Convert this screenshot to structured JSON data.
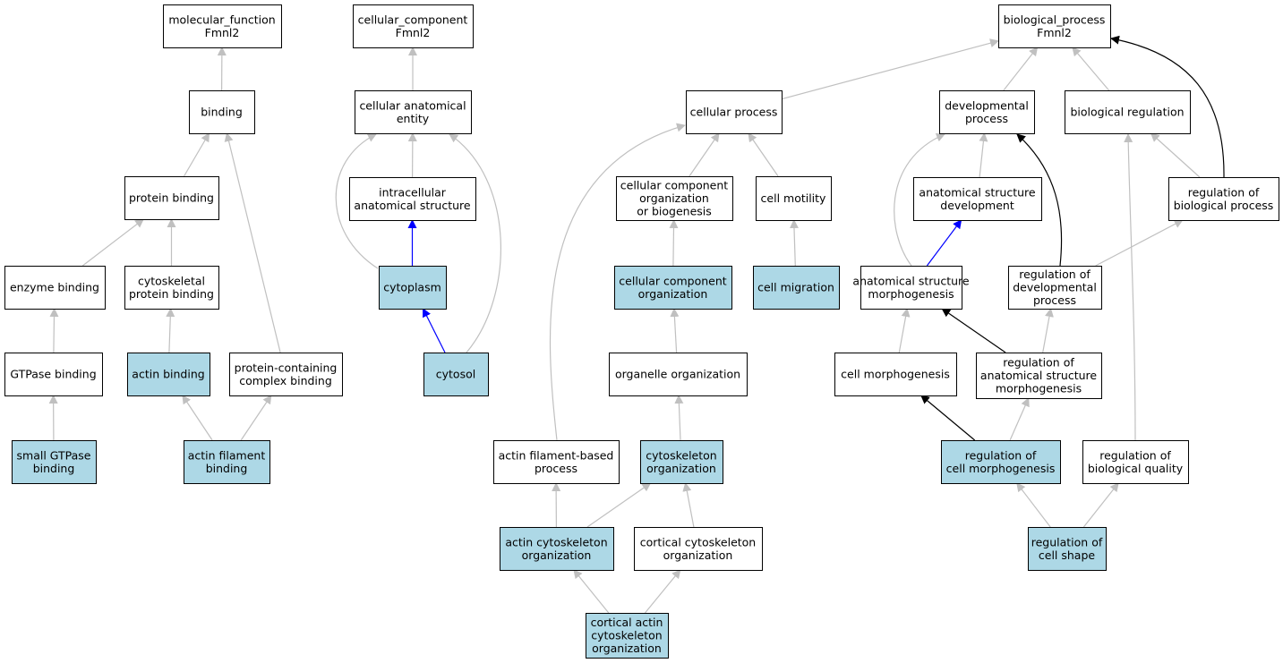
{
  "colors": {
    "highlight_fill": "#add8e6",
    "plain_fill": "#ffffff",
    "is_a_edge": "#c0c0c0",
    "part_of_edge": "#0000ff",
    "regulates_edge": "#000000"
  },
  "nodes": [
    {
      "id": "molecular_function",
      "lines": [
        "molecular_function",
        "Fmnl2"
      ],
      "highlight": false
    },
    {
      "id": "binding",
      "lines": [
        "binding"
      ],
      "highlight": false
    },
    {
      "id": "protein_binding",
      "lines": [
        "protein binding"
      ],
      "highlight": false
    },
    {
      "id": "enzyme_binding",
      "lines": [
        "enzyme binding"
      ],
      "highlight": false
    },
    {
      "id": "cytoskeletal_protein_binding",
      "lines": [
        "cytoskeletal",
        "protein binding"
      ],
      "highlight": false
    },
    {
      "id": "gtpase_binding",
      "lines": [
        "GTPase binding"
      ],
      "highlight": false
    },
    {
      "id": "actin_binding",
      "lines": [
        "actin binding"
      ],
      "highlight": true
    },
    {
      "id": "protein_containing_complex_binding",
      "lines": [
        "protein-containing",
        "complex binding"
      ],
      "highlight": false
    },
    {
      "id": "small_gtpase_binding",
      "lines": [
        "small GTPase",
        "binding"
      ],
      "highlight": true
    },
    {
      "id": "actin_filament_binding",
      "lines": [
        "actin filament",
        "binding"
      ],
      "highlight": true
    },
    {
      "id": "cellular_component",
      "lines": [
        "cellular_component",
        "Fmnl2"
      ],
      "highlight": false
    },
    {
      "id": "cellular_anatomical_entity",
      "lines": [
        "cellular anatomical",
        "entity"
      ],
      "highlight": false
    },
    {
      "id": "intracellular_anatomical_structure",
      "lines": [
        "intracellular",
        "anatomical structure"
      ],
      "highlight": false
    },
    {
      "id": "cytoplasm",
      "lines": [
        "cytoplasm"
      ],
      "highlight": true
    },
    {
      "id": "cytosol",
      "lines": [
        "cytosol"
      ],
      "highlight": true
    },
    {
      "id": "biological_process",
      "lines": [
        "biological_process",
        "Fmnl2"
      ],
      "highlight": false
    },
    {
      "id": "cellular_process",
      "lines": [
        "cellular process"
      ],
      "highlight": false
    },
    {
      "id": "developmental_process",
      "lines": [
        "developmental",
        "process"
      ],
      "highlight": false
    },
    {
      "id": "biological_regulation",
      "lines": [
        "biological regulation"
      ],
      "highlight": false
    },
    {
      "id": "cellular_component_organization_or_biogenesis",
      "lines": [
        "cellular component",
        "organization",
        "or biogenesis"
      ],
      "highlight": false
    },
    {
      "id": "cell_motility",
      "lines": [
        "cell motility"
      ],
      "highlight": false
    },
    {
      "id": "anatomical_structure_development",
      "lines": [
        "anatomical structure",
        "development"
      ],
      "highlight": false
    },
    {
      "id": "regulation_of_biological_process",
      "lines": [
        "regulation of",
        "biological process"
      ],
      "highlight": false
    },
    {
      "id": "cellular_component_organization",
      "lines": [
        "cellular component",
        "organization"
      ],
      "highlight": true
    },
    {
      "id": "cell_migration",
      "lines": [
        "cell migration"
      ],
      "highlight": true
    },
    {
      "id": "anatomical_structure_morphogenesis",
      "lines": [
        "anatomical structure",
        "morphogenesis"
      ],
      "highlight": false
    },
    {
      "id": "regulation_of_developmental_process",
      "lines": [
        "regulation of",
        "developmental",
        "process"
      ],
      "highlight": false
    },
    {
      "id": "organelle_organization",
      "lines": [
        "organelle organization"
      ],
      "highlight": false
    },
    {
      "id": "cell_morphogenesis",
      "lines": [
        "cell morphogenesis"
      ],
      "highlight": false
    },
    {
      "id": "regulation_of_anatomical_structure_morphogenesis",
      "lines": [
        "regulation of",
        "anatomical structure",
        "morphogenesis"
      ],
      "highlight": false
    },
    {
      "id": "actin_filament_based_process",
      "lines": [
        "actin filament-based",
        "process"
      ],
      "highlight": false
    },
    {
      "id": "cytoskeleton_organization",
      "lines": [
        "cytoskeleton",
        "organization"
      ],
      "highlight": true
    },
    {
      "id": "regulation_of_cell_morphogenesis",
      "lines": [
        "regulation of",
        "cell morphogenesis"
      ],
      "highlight": true
    },
    {
      "id": "regulation_of_biological_quality",
      "lines": [
        "regulation of",
        "biological quality"
      ],
      "highlight": false
    },
    {
      "id": "actin_cytoskeleton_organization",
      "lines": [
        "actin cytoskeleton",
        "organization"
      ],
      "highlight": true
    },
    {
      "id": "cortical_cytoskeleton_organization",
      "lines": [
        "cortical cytoskeleton",
        "organization"
      ],
      "highlight": false
    },
    {
      "id": "regulation_of_cell_shape",
      "lines": [
        "regulation of",
        "cell shape"
      ],
      "highlight": true
    },
    {
      "id": "cortical_actin_cytoskeleton_organization",
      "lines": [
        "cortical actin",
        "cytoskeleton",
        "organization"
      ],
      "highlight": true
    }
  ],
  "edges": [
    {
      "from": "binding",
      "to": "molecular_function",
      "type": "is_a"
    },
    {
      "from": "protein_binding",
      "to": "binding",
      "type": "is_a"
    },
    {
      "from": "enzyme_binding",
      "to": "protein_binding",
      "type": "is_a"
    },
    {
      "from": "cytoskeletal_protein_binding",
      "to": "protein_binding",
      "type": "is_a"
    },
    {
      "from": "gtpase_binding",
      "to": "enzyme_binding",
      "type": "is_a"
    },
    {
      "from": "actin_binding",
      "to": "cytoskeletal_protein_binding",
      "type": "is_a"
    },
    {
      "from": "protein_containing_complex_binding",
      "to": "binding",
      "type": "is_a"
    },
    {
      "from": "small_gtpase_binding",
      "to": "gtpase_binding",
      "type": "is_a"
    },
    {
      "from": "actin_filament_binding",
      "to": "actin_binding",
      "type": "is_a"
    },
    {
      "from": "actin_filament_binding",
      "to": "protein_containing_complex_binding",
      "type": "is_a"
    },
    {
      "from": "cellular_anatomical_entity",
      "to": "cellular_component",
      "type": "is_a"
    },
    {
      "from": "intracellular_anatomical_structure",
      "to": "cellular_anatomical_entity",
      "type": "is_a"
    },
    {
      "from": "cytoplasm",
      "to": "cellular_anatomical_entity",
      "type": "is_a"
    },
    {
      "from": "cytoplasm",
      "to": "intracellular_anatomical_structure",
      "type": "part_of"
    },
    {
      "from": "cytosol",
      "to": "cytoplasm",
      "type": "part_of"
    },
    {
      "from": "cytosol",
      "to": "cellular_anatomical_entity",
      "type": "is_a"
    },
    {
      "from": "cellular_process",
      "to": "biological_process",
      "type": "is_a"
    },
    {
      "from": "developmental_process",
      "to": "biological_process",
      "type": "is_a"
    },
    {
      "from": "biological_regulation",
      "to": "biological_process",
      "type": "is_a"
    },
    {
      "from": "regulation_of_biological_process",
      "to": "biological_process",
      "type": "regulates"
    },
    {
      "from": "regulation_of_biological_process",
      "to": "biological_regulation",
      "type": "is_a"
    },
    {
      "from": "cellular_component_organization_or_biogenesis",
      "to": "cellular_process",
      "type": "is_a"
    },
    {
      "from": "cell_motility",
      "to": "cellular_process",
      "type": "is_a"
    },
    {
      "from": "actin_filament_based_process",
      "to": "cellular_process",
      "type": "is_a"
    },
    {
      "from": "anatomical_structure_development",
      "to": "developmental_process",
      "type": "is_a"
    },
    {
      "from": "anatomical_structure_morphogenesis",
      "to": "developmental_process",
      "type": "is_a"
    },
    {
      "from": "regulation_of_developmental_process",
      "to": "developmental_process",
      "type": "regulates"
    },
    {
      "from": "regulation_of_developmental_process",
      "to": "regulation_of_biological_process",
      "type": "is_a"
    },
    {
      "from": "cellular_component_organization",
      "to": "cellular_component_organization_or_biogenesis",
      "type": "is_a"
    },
    {
      "from": "cell_migration",
      "to": "cell_motility",
      "type": "is_a"
    },
    {
      "from": "anatomical_structure_morphogenesis",
      "to": "anatomical_structure_development",
      "type": "part_of"
    },
    {
      "from": "organelle_organization",
      "to": "cellular_component_organization",
      "type": "is_a"
    },
    {
      "from": "cell_morphogenesis",
      "to": "anatomical_structure_morphogenesis",
      "type": "is_a"
    },
    {
      "from": "regulation_of_anatomical_structure_morphogenesis",
      "to": "anatomical_structure_morphogenesis",
      "type": "regulates"
    },
    {
      "from": "regulation_of_anatomical_structure_morphogenesis",
      "to": "regulation_of_developmental_process",
      "type": "is_a"
    },
    {
      "from": "cytoskeleton_organization",
      "to": "organelle_organization",
      "type": "is_a"
    },
    {
      "from": "regulation_of_cell_morphogenesis",
      "to": "cell_morphogenesis",
      "type": "regulates"
    },
    {
      "from": "regulation_of_cell_morphogenesis",
      "to": "regulation_of_anatomical_structure_morphogenesis",
      "type": "is_a"
    },
    {
      "from": "regulation_of_biological_quality",
      "to": "biological_regulation",
      "type": "is_a"
    },
    {
      "from": "actin_cytoskeleton_organization",
      "to": "actin_filament_based_process",
      "type": "is_a"
    },
    {
      "from": "actin_cytoskeleton_organization",
      "to": "cytoskeleton_organization",
      "type": "is_a"
    },
    {
      "from": "cortical_cytoskeleton_organization",
      "to": "cytoskeleton_organization",
      "type": "is_a"
    },
    {
      "from": "regulation_of_cell_shape",
      "to": "regulation_of_cell_morphogenesis",
      "type": "is_a"
    },
    {
      "from": "regulation_of_cell_shape",
      "to": "regulation_of_biological_quality",
      "type": "is_a"
    },
    {
      "from": "cortical_actin_cytoskeleton_organization",
      "to": "actin_cytoskeleton_organization",
      "type": "is_a"
    },
    {
      "from": "cortical_actin_cytoskeleton_organization",
      "to": "cortical_cytoskeleton_organization",
      "type": "is_a"
    }
  ]
}
